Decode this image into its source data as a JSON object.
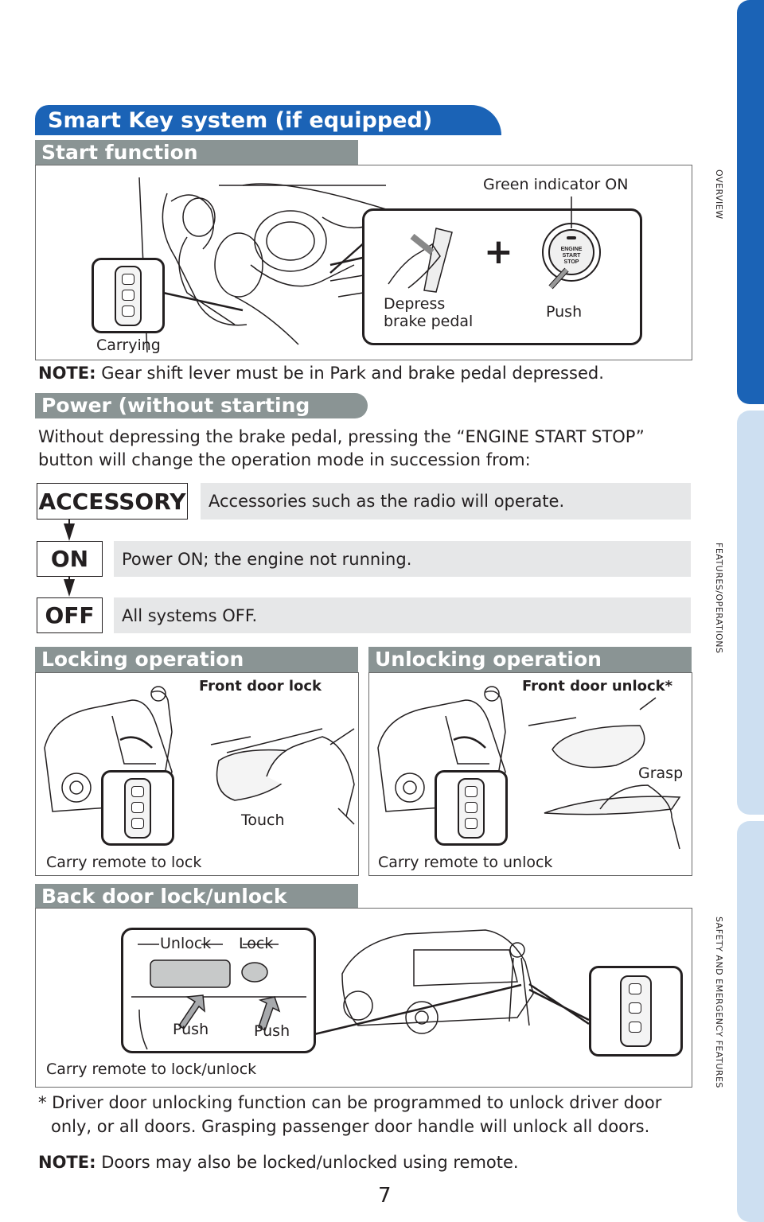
{
  "sidebar": {
    "tabs": [
      "OVERVIEW",
      "FEATURES/OPERATIONS",
      "SAFETY AND EMERGENCY FEATURES"
    ],
    "active_color": "#1b63b6",
    "inactive_color": "#cddff1"
  },
  "header": {
    "title": "Smart Key system (if equipped)"
  },
  "start_function": {
    "heading": "Start function",
    "green_indicator": "Green indicator ON",
    "depress_line1": "Depress",
    "depress_line2": "brake pedal",
    "push": "Push",
    "carrying": "Carrying",
    "plus": "+",
    "button_text": [
      "ENGINE",
      "START",
      "STOP"
    ]
  },
  "note1": {
    "label": "NOTE:",
    "text": "Gear shift lever must be in Park and brake pedal depressed."
  },
  "power": {
    "heading": "Power (without starting engine)",
    "intro_line1": "Without depressing the brake pedal, pressing the “ENGINE START STOP”",
    "intro_line2": "button will change the operation mode in succession from:",
    "modes": [
      {
        "name": "ACCESSORY",
        "desc": "Accessories such as the radio will operate."
      },
      {
        "name": "ON",
        "desc": "Power ON; the engine not running."
      },
      {
        "name": "OFF",
        "desc": "All systems OFF."
      }
    ]
  },
  "locking": {
    "heading": "Locking operation",
    "front_door": "Front door lock",
    "touch": "Touch",
    "carry": "Carry remote to lock"
  },
  "unlocking": {
    "heading": "Unlocking operation",
    "front_door": "Front door unlock*",
    "grasp": "Grasp",
    "carry": "Carry remote to unlock"
  },
  "back_door": {
    "heading": "Back door lock/unlock",
    "unlock": "Unlock",
    "lock": "Lock",
    "push1": "Push",
    "push2": "Push",
    "carry": "Carry remote to lock/unlock"
  },
  "footnote": {
    "line1": "* Driver door unlocking function can be programmed to unlock driver door",
    "line2": "only, or all doors. Grasping passenger door handle will unlock all doors."
  },
  "note2": {
    "label": "NOTE:",
    "text": "Doors may also be locked/unlocked using remote."
  },
  "page_number": "7",
  "colors": {
    "section_bar": "#8a9494",
    "title_bar": "#1b63b6",
    "mode_fill": "#e6e7e8"
  }
}
